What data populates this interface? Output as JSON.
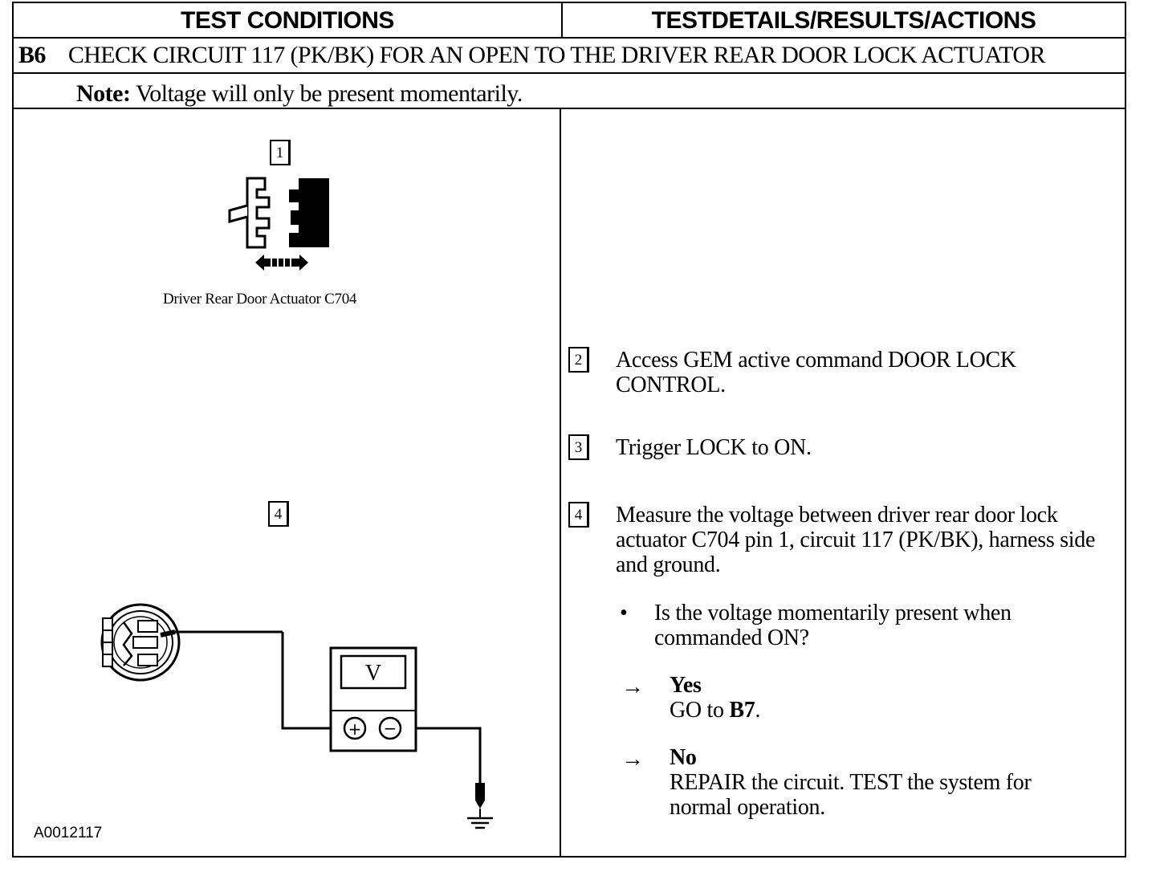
{
  "table": {
    "header_left": "TEST CONDITIONS",
    "header_right": "TESTDETAILS/RESULTS/ACTIONS",
    "step_id": "B6",
    "step_title": "CHECK CIRCUIT 117 (PK/BK) FOR AN OPEN TO THE DRIVER REAR DOOR LOCK ACTUATOR",
    "note_label": "Note:",
    "note_text": "Voltage will only be present momentarily."
  },
  "left": {
    "fig1_number": "1",
    "fig1_caption": "Driver Rear Door Actuator C704",
    "fig4_number": "4",
    "meter_symbol": "V",
    "meter_plus": "+",
    "meter_minus": "−",
    "figure_id": "A0012117"
  },
  "right": {
    "steps": [
      {
        "number": "2",
        "text": "Access GEM active command DOOR LOCK CONTROL."
      },
      {
        "number": "3",
        "text": "Trigger LOCK to ON."
      },
      {
        "number": "4",
        "text": "Measure the voltage between driver rear door lock actuator C704 pin 1, circuit 117 (PK/BK), harness side and ground."
      }
    ],
    "bullet": "•",
    "question": "Is the voltage momentarily present when commanded ON?",
    "arrow": "→",
    "yes_label": "Yes",
    "yes_action_prefix": "GO to ",
    "yes_action_target": "B7",
    "yes_action_suffix": ".",
    "no_label": "No",
    "no_action": "REPAIR the circuit. TEST the system for normal operation."
  },
  "icons": {
    "connector": "connector-icon",
    "arrow": "double-arrow-icon",
    "meter": "voltmeter-icon",
    "ground": "ground-icon"
  }
}
